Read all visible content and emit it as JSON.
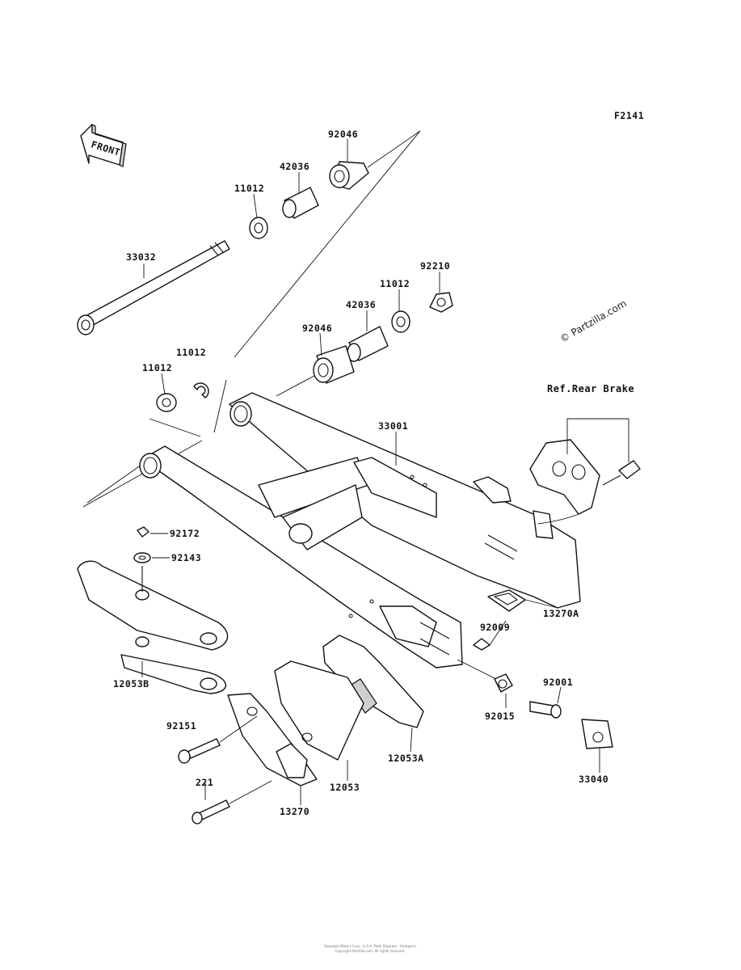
{
  "diagram": {
    "figure_code": "F2141",
    "front_arrow_text": "FRONT",
    "watermark": "© Partzilla.com",
    "reference_note": "Ref.Rear Brake",
    "footer_line1": "Kawasaki Motors Corp., U.S.A. Parts Diagram - Swingarm",
    "footer_line2": "Copyright Partzilla.com. All rights reserved.",
    "callouts": [
      {
        "id": "92046-top",
        "text": "92046"
      },
      {
        "id": "42036-top",
        "text": "42036"
      },
      {
        "id": "11012-top",
        "text": "11012"
      },
      {
        "id": "33032",
        "text": "33032"
      },
      {
        "id": "92210",
        "text": "92210"
      },
      {
        "id": "11012-mid",
        "text": "11012"
      },
      {
        "id": "42036-mid",
        "text": "42036"
      },
      {
        "id": "92046-mid",
        "text": "92046"
      },
      {
        "id": "11012-left-a",
        "text": "11012"
      },
      {
        "id": "11012-left-b",
        "text": "11012"
      },
      {
        "id": "33001",
        "text": "33001"
      },
      {
        "id": "92172",
        "text": "92172"
      },
      {
        "id": "92143",
        "text": "92143"
      },
      {
        "id": "12053B",
        "text": "12053B"
      },
      {
        "id": "13270A",
        "text": "13270A"
      },
      {
        "id": "92009",
        "text": "92009"
      },
      {
        "id": "92001",
        "text": "92001"
      },
      {
        "id": "92015",
        "text": "92015"
      },
      {
        "id": "33040",
        "text": "33040"
      },
      {
        "id": "92151",
        "text": "92151"
      },
      {
        "id": "12053A",
        "text": "12053A"
      },
      {
        "id": "12053",
        "text": "12053"
      },
      {
        "id": "221",
        "text": "221"
      },
      {
        "id": "13270",
        "text": "13270"
      }
    ]
  }
}
